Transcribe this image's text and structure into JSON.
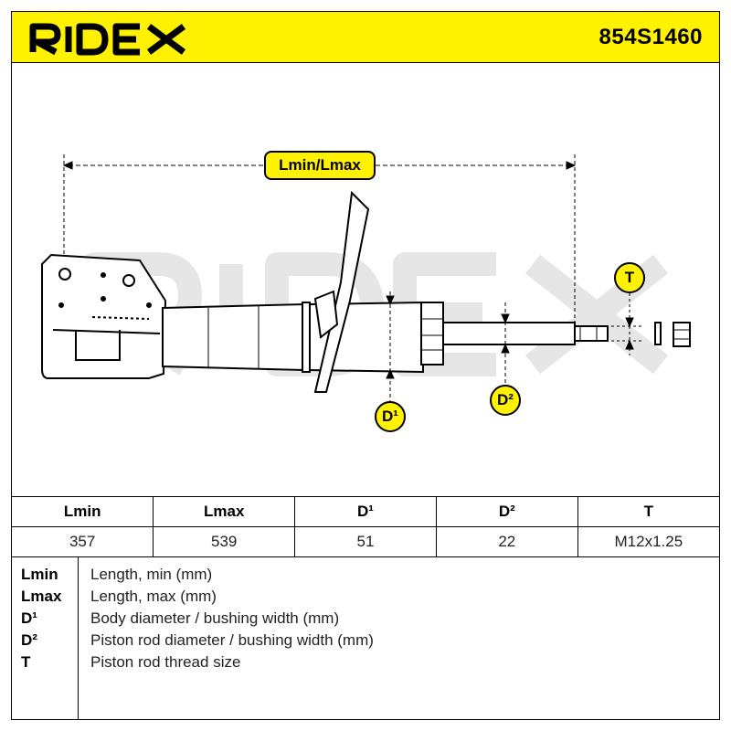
{
  "header": {
    "brand": "RIDEX",
    "part_number": "854S1460",
    "brand_color": "#fff200"
  },
  "drawing": {
    "length_badge": "Lmin/Lmax",
    "thread_badge": "T",
    "d1_badge": "D¹",
    "d2_badge": "D²",
    "watermark": "RIDEX"
  },
  "table": {
    "headers": [
      "Lmin",
      "Lmax",
      "D¹",
      "D²",
      "T"
    ],
    "values": [
      "357",
      "539",
      "51",
      "22",
      "M12x1.25"
    ]
  },
  "legend": [
    {
      "key": "Lmin",
      "desc": "Length, min (mm)"
    },
    {
      "key": "Lmax",
      "desc": "Length, max (mm)"
    },
    {
      "key": "D¹",
      "desc": "Body diameter / bushing width (mm)"
    },
    {
      "key": "D²",
      "desc": "Piston rod diameter / bushing width (mm)"
    },
    {
      "key": "T",
      "desc": "Piston rod thread size"
    }
  ]
}
